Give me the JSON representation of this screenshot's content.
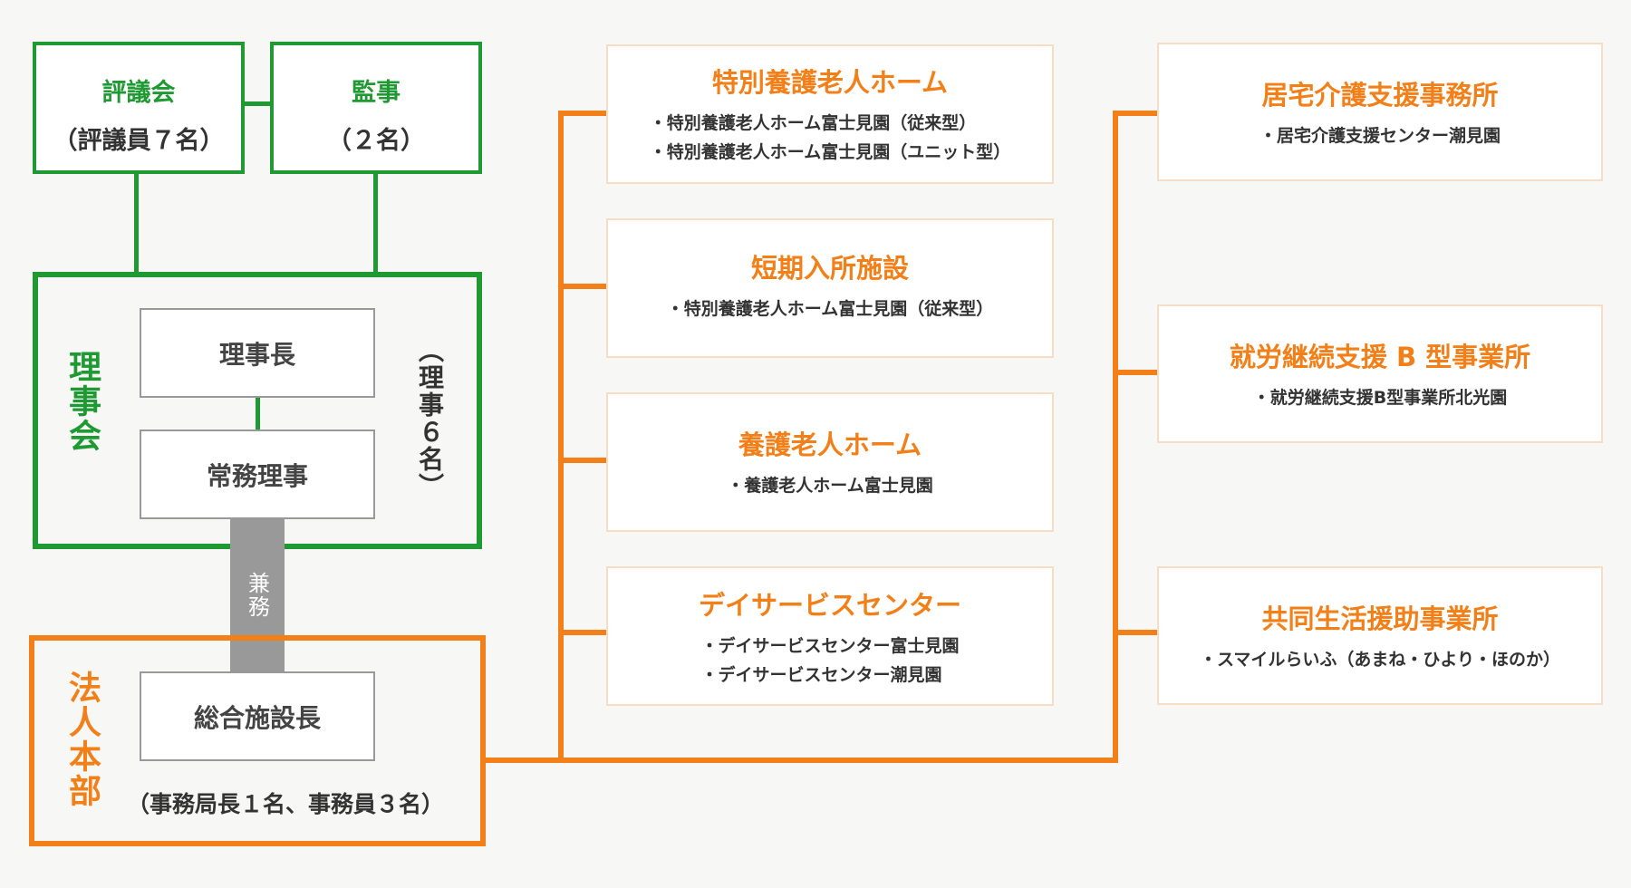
{
  "council": {
    "title": "評議会",
    "note": "（評議員７名）"
  },
  "auditor": {
    "title": "監事",
    "note": "（２名）"
  },
  "board": {
    "label": "理事会",
    "note": "（理事６名）",
    "chairman": "理事長",
    "executive": "常務理事"
  },
  "concurrent": "兼務",
  "hq": {
    "label": "法人本部",
    "director": "総合施設長",
    "note": "（事務局長１名、事務員３名）"
  },
  "facilities_left": [
    {
      "title": "特別養護老人ホーム",
      "items": [
        "特別養護老人ホーム富士見園（従来型）",
        "特別養護老人ホーム富士見園（ユニット型）"
      ]
    },
    {
      "title": "短期入所施設",
      "items": [
        "特別養護老人ホーム富士見園（従来型）"
      ]
    },
    {
      "title": "養護老人ホーム",
      "items": [
        "養護老人ホーム富士見園"
      ]
    },
    {
      "title": "デイサービスセンター",
      "items": [
        "デイサービスセンター富士見園",
        "デイサービスセンター潮見園"
      ]
    }
  ],
  "facilities_right": [
    {
      "title": "居宅介護支援事務所",
      "items": [
        "居宅介護支援センター潮見園"
      ]
    },
    {
      "title": "就労継続支援 B 型事業所",
      "items": [
        "就労継続支援B型事業所北光園"
      ]
    },
    {
      "title": "共同生活援助事業所",
      "items": [
        "スマイルらいふ（あまね・ひより・ほのか）"
      ]
    }
  ],
  "colors": {
    "green": "#1f9a33",
    "orange": "#f27f17",
    "gray": "#999999"
  }
}
